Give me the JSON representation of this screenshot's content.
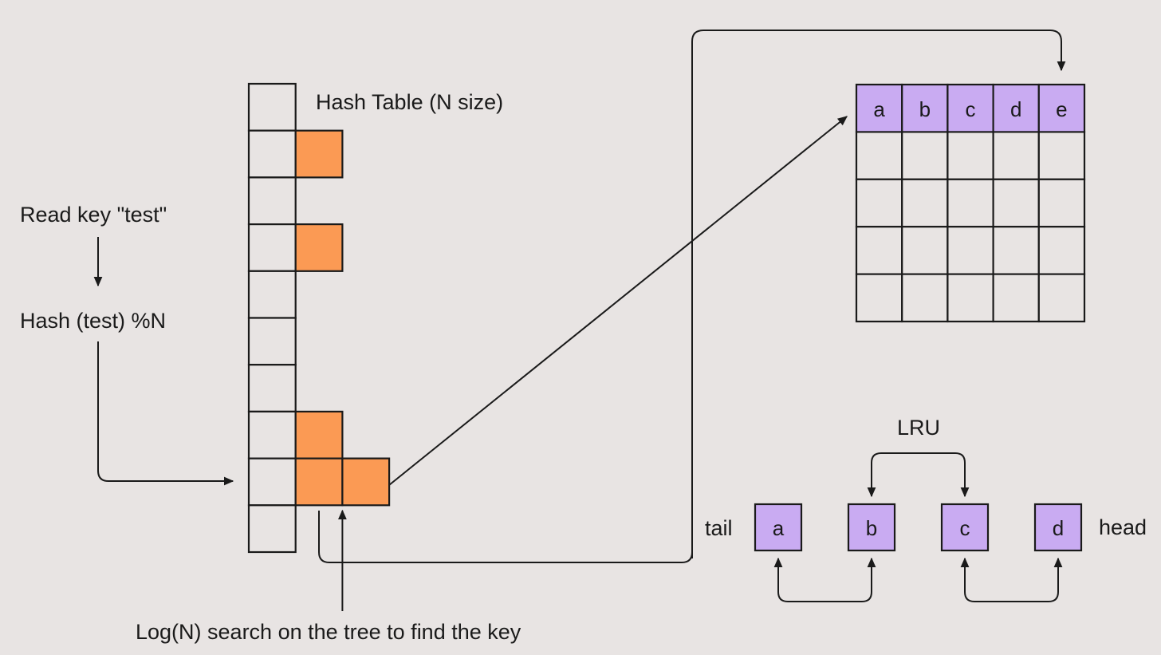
{
  "diagram": {
    "title_text": "Hash Table (N size)",
    "background_color": "#e8e4e3",
    "stroke_color": "#1a1a1a",
    "orange_color": "#fb9a54",
    "purple_color": "#c9abf2"
  },
  "flow": {
    "step1_label": "Read key \"test\"",
    "step2_label": "Hash (test) %N"
  },
  "hash_table": {
    "label": "Hash Table (N size)",
    "rows": 10,
    "slots": [
      {
        "index": 0,
        "filled": false,
        "chain": 0
      },
      {
        "index": 1,
        "filled": false,
        "chain": 1
      },
      {
        "index": 2,
        "filled": false,
        "chain": 0
      },
      {
        "index": 3,
        "filled": false,
        "chain": 1
      },
      {
        "index": 4,
        "filled": false,
        "chain": 0
      },
      {
        "index": 5,
        "filled": false,
        "chain": 0
      },
      {
        "index": 6,
        "filled": false,
        "chain": 0
      },
      {
        "index": 7,
        "filled": false,
        "chain": 1
      },
      {
        "index": 8,
        "filled": false,
        "chain": 2
      },
      {
        "index": 9,
        "filled": false,
        "chain": 0
      }
    ]
  },
  "grid": {
    "columns": 5,
    "rows": 5,
    "header_labels": [
      "a",
      "b",
      "c",
      "d",
      "e"
    ]
  },
  "lru": {
    "label": "LRU",
    "tail_label": "tail",
    "head_label": "head",
    "nodes": [
      "a",
      "b",
      "c",
      "d"
    ]
  },
  "caption": {
    "text": "Log(N) search on the tree to find the key"
  }
}
